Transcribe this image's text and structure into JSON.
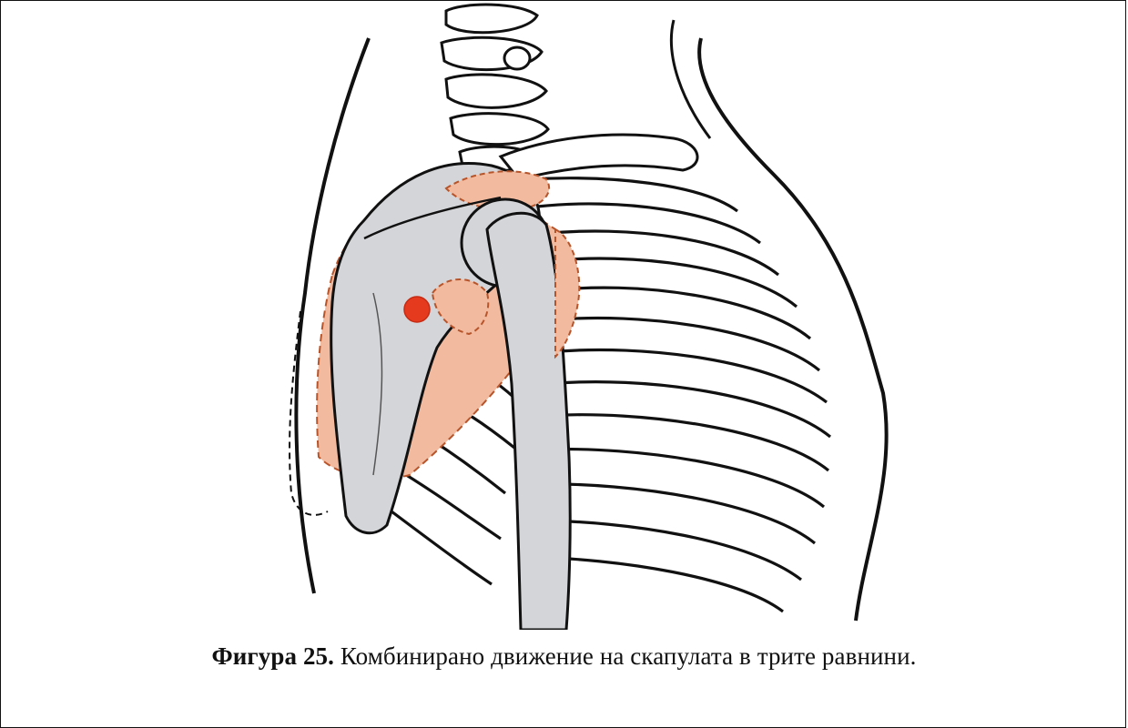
{
  "figure": {
    "icon": "scapula-rib-cage-illustration",
    "colors": {
      "bone_fill": "#d4d5d8",
      "scapula_shadow": "#f2bba0",
      "marker": "#e63a1e",
      "line": "#111111"
    }
  },
  "caption": {
    "label": "Фигура 25.",
    "text": "Комбинирано движение на скапулата в трите равнини."
  }
}
